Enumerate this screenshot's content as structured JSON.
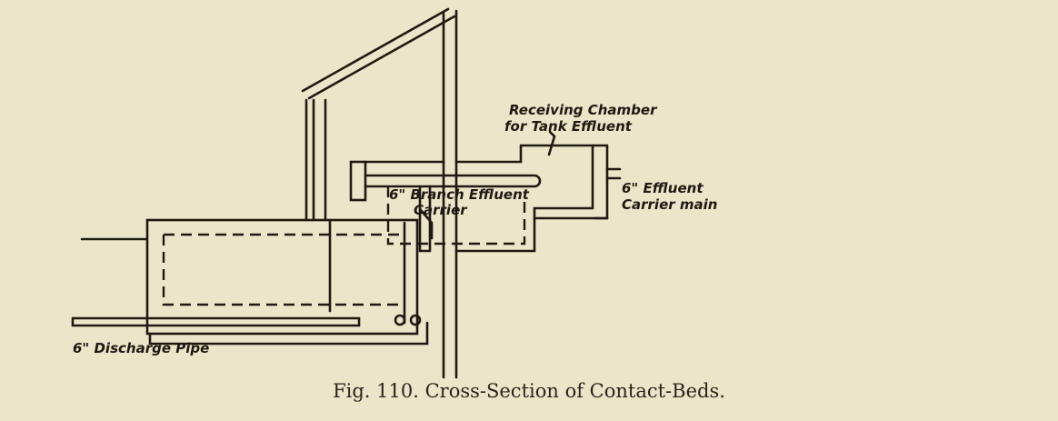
{
  "labels": {
    "receiving_chamber_1": "Receiving Chamber",
    "receiving_chamber_2": "for Tank Effluent",
    "branch_carrier_1": "6\" Branch Effluent",
    "branch_carrier_2": "Carrier",
    "effluent_main_1": "6\" Effluent",
    "effluent_main_2": "Carrier main",
    "discharge_pipe": "6\" Discharge Pipe"
  },
  "caption": "Fig. 110.  Cross-Section of Contact-Beds."
}
